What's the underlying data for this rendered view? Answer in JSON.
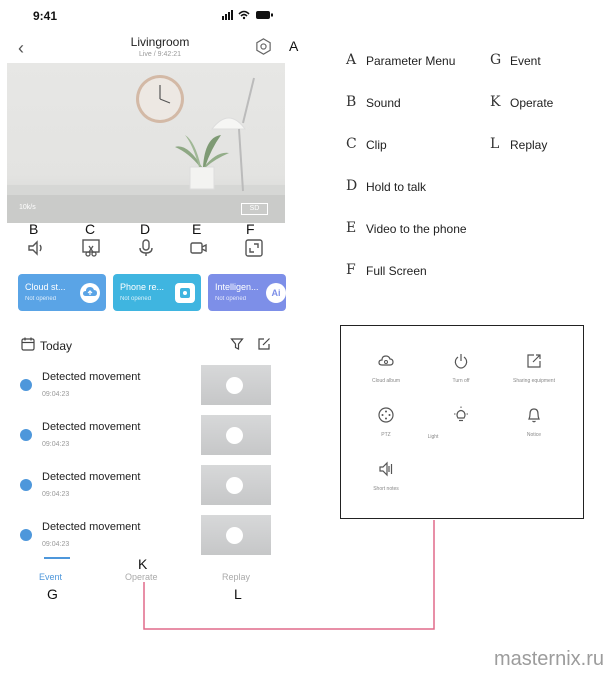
{
  "status": {
    "time": "9:41"
  },
  "header": {
    "title": "Livingroom",
    "subtitle": "Live / 9:42:21",
    "settings_letter": "A"
  },
  "video": {
    "rate": "10k/s",
    "quality": "SD"
  },
  "controls": [
    {
      "letter": "B",
      "icon": "speaker-icon"
    },
    {
      "letter": "C",
      "icon": "scissors-clip-icon"
    },
    {
      "letter": "D",
      "icon": "microphone-icon"
    },
    {
      "letter": "E",
      "icon": "video-record-icon"
    },
    {
      "letter": "F",
      "icon": "fullscreen-icon"
    }
  ],
  "cards": [
    {
      "title": "Cloud st...",
      "status": "Not opened",
      "color": "#5aa4e6"
    },
    {
      "title": "Phone re...",
      "status": "Not opened",
      "color": "#3fb5e0"
    },
    {
      "title": "Intelligen...",
      "status": "Not opened",
      "color": "#7d8fe8",
      "badge": "Ai"
    }
  ],
  "events_header": {
    "label": "Today"
  },
  "events": [
    {
      "title": "Detected movement",
      "time": "09:04:23"
    },
    {
      "title": "Detected movement",
      "time": "09:04:23"
    },
    {
      "title": "Detected movement",
      "time": "09:04:23"
    },
    {
      "title": "Detected movement",
      "time": "09:04:23"
    }
  ],
  "tabs": [
    {
      "label": "Event",
      "letter": "G",
      "active": true
    },
    {
      "label": "Operate",
      "letter": "K",
      "active": false
    },
    {
      "label": "Replay",
      "letter": "L",
      "active": false
    }
  ],
  "legend": [
    {
      "letter": "A",
      "text": "Parameter Menu"
    },
    {
      "letter": "B",
      "text": "Sound"
    },
    {
      "letter": "C",
      "text": "Clip"
    },
    {
      "letter": "D",
      "text": "Hold to talk"
    },
    {
      "letter": "E",
      "text": "Video to the phone"
    },
    {
      "letter": "F",
      "text": "Full Screen"
    },
    {
      "letter": "G",
      "text": "Event"
    },
    {
      "letter": "K",
      "text": "Operate"
    },
    {
      "letter": "L",
      "text": "Replay"
    }
  ],
  "operate_panel": [
    {
      "label": "Cloud album",
      "icon": "cloud-icon"
    },
    {
      "label": "Turn off",
      "icon": "power-icon"
    },
    {
      "label": "Sharing equipment",
      "icon": "share-icon"
    },
    {
      "label": "PTZ",
      "icon": "ptz-icon"
    },
    {
      "label": "Light",
      "icon": "light-icon"
    },
    {
      "label": "Notice",
      "icon": "bell-icon"
    },
    {
      "label": "Short notes",
      "icon": "voice-notes-icon"
    }
  ],
  "watermark": "masternix.ru",
  "colors": {
    "accent": "#4e97db",
    "connector": "#e06a8a"
  }
}
